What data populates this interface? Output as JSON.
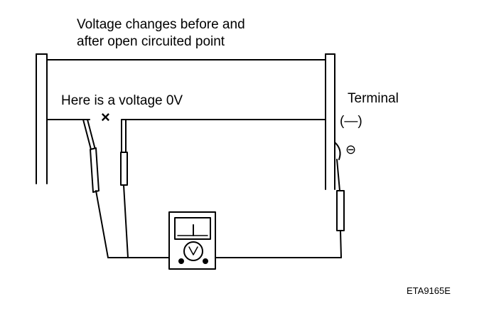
{
  "diagram": {
    "title_line1": "Voltage changes before and",
    "title_line2": "after open circuited point",
    "open_point_note": "Here is a voltage 0V",
    "open_mark": "×",
    "terminal_label": "Terminal",
    "terminal_polarity": "(—)",
    "minus_symbol": "⊖",
    "figure_code": "ETA9165E",
    "meter_icon": "voltmeter-icon"
  }
}
